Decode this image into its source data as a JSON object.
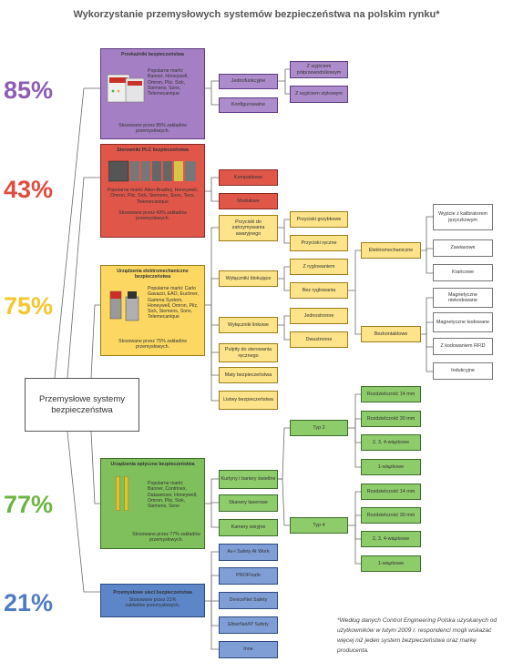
{
  "title": "Wykorzystanie przemysłowych systemów bezpieczeństwa na polskim rynku*",
  "root": "Przemysłowe systemy bezpieczeństwa",
  "percentages": {
    "p1": "85%",
    "p2": "43%",
    "p3": "75%",
    "p4": "77%",
    "p5": "21%"
  },
  "colors": {
    "purple": "#8e5cb5",
    "red": "#e04c3f",
    "yellow": "#f7c52e",
    "green": "#6db542",
    "blue": "#4f7cc4"
  },
  "cat1": {
    "title": "Przekaźniki bezpieczeństwa",
    "brands": "Popularne marki: Banner, Honeywell, Omron, Pilz, Sick, Siemens, Sonx, Telemecanique",
    "usage": "Stosowane przez 85% zakładów przemysłowych."
  },
  "cat2": {
    "title": "Sterowniki PLC bezpieczeństwa",
    "brands": "Popularne marki: Allen-Bradley, Honeywell, Omron, Pilz, Sick, Siemens, Sonx, Teco, Telemecanique",
    "usage": "Stosowane przez 43% zakładów przemysłowych."
  },
  "cat3": {
    "title": "Urządzenia elektromechaniczne bezpieczeństwa",
    "brands": "Popularne marki: Carlo Gavazzi, EAO, Euchner, Gamma System, Honeywell, Omron, Pilz, Sick, Siemens, Sonx, Telemecanique",
    "usage": "Stosowane przez 75% zakładów przemysłowych."
  },
  "cat4": {
    "title": "Urządzenia optyczne bezpieczeństwa",
    "brands": "Popularne marki: Banner, Contrinex, Datasensor, Honeywell, Omron, Pilz, Sick, Siemens, Sonx",
    "usage": "Stosowane przez 77% zakładów przemysłowych."
  },
  "cat5": {
    "title": "Przemysłowe sieci bezpieczeństwa",
    "usage": "Stosowane przez 21% zakładów przemysłowych."
  },
  "nodes": {
    "jednofunkcyjne": "Jednofunkcyjne",
    "konfigurowalne": "Konfigurowalne",
    "wyjsciem_polprz": "Z wyjściem półprzewodnikowym",
    "wyjsciem_stykowym": "Z wyjściem stykowym",
    "kompaktowe": "Kompaktowe",
    "modulowe": "Modułowe",
    "przyciski_zatrzymania": "Przyciski do zatrzymywania awaryjnego",
    "wylaczniki_blokujace": "Wyłączniki blokujące",
    "wylaczniki_linkowe": "Wyłączniki linkowe",
    "pulpity": "Pulpity do sterowania ręcznego",
    "maty": "Maty bezpieczeństwa",
    "listwy": "Listwy bezpieczeństwa",
    "przyciski_grzybkowe": "Przyciski grzybkowe",
    "przyciski_reczne": "Przyciski ręczne",
    "z_ryglowaniem": "Z ryglowaniem",
    "bez_ryglowania": "Bez ryglowania",
    "jednostronne": "Jednostronne",
    "dwustronne": "Dwustronne",
    "elektromechaniczne": "Elektromechaniczne",
    "bezkontaktowe": "Bezkontaktowe",
    "wyjscie_klucz": "Wyjście z kalibratorem języczkowym",
    "zawiasowe": "Zawiasowe",
    "krancowe": "Krańcowe",
    "magnetyczne_nie": "Magnetyczne niekodowane",
    "magnetyczne_kod": "Magnetyczne kodowane",
    "rfid": "Z kodowaniem RFID",
    "indukcyjne": "Indukcyjne",
    "kurtyny": "Kurtyny i bariery świetlne",
    "skanery": "Skanery laserowe",
    "kamery": "Kamery wizyjne",
    "typ2": "Typ 2",
    "typ4": "Typ 4",
    "t2_r14": "Rozdzielczość 14 mm",
    "t2_r30": "Rozdzielczość 30 mm",
    "t2_234": "2, 3, 4-wiązkowe",
    "t2_1": "1-wiązkowe",
    "t4_r14": "Rozdzielczość 14 mm",
    "t4_r30": "Rozdzielczość 30 mm",
    "t4_234": "2, 3, 4-wiązkowe",
    "t4_1": "1-wiązkowe",
    "asi": "As-i Safety At Work",
    "profisafe": "PROFIsafe",
    "devicenet": "DeviceNet Safety",
    "ethernetip": "EtherNet/IP Safety",
    "inne": "Inne"
  },
  "footnote": "*Według danych Control Engineering Polska uzyskanych od użytkowników w lutym 2009 r. respondenci mogli wskazać więcej niż jeden system bezpieczeństwa oraz markę producenta."
}
